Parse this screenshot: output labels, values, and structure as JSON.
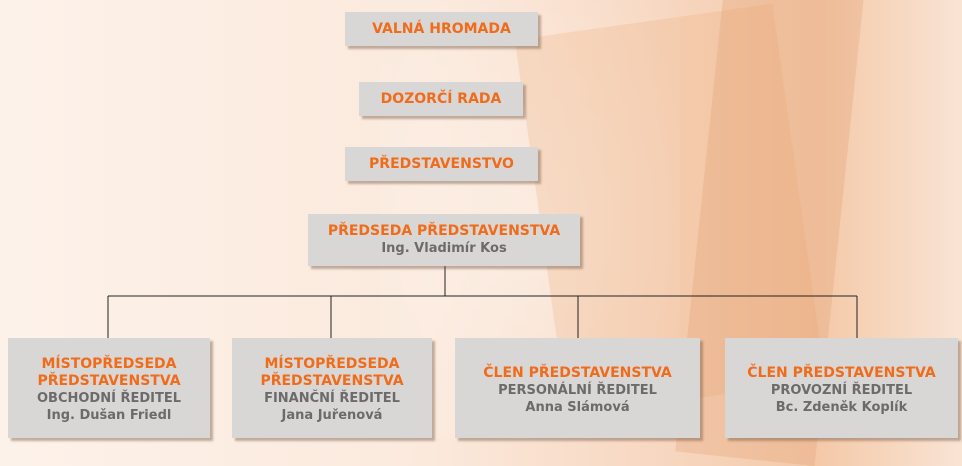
{
  "org": {
    "general_meeting": "VALNÁ HROMADA",
    "supervisory_board": "DOZORČÍ RADA",
    "board": "PŘEDSTAVENSTVO",
    "chairman": {
      "title": "PŘEDSEDA PŘEDSTAVENSTVA",
      "name": "Ing. Vladimír Kos"
    },
    "members": [
      {
        "title_line1": "MÍSTOPŘEDSEDA",
        "title_line2": "PŘEDSTAVENSTVA",
        "role": "OBCHODNÍ ŘEDITEL",
        "name": "Ing. Dušan Friedl"
      },
      {
        "title_line1": "MÍSTOPŘEDSEDA",
        "title_line2": "PŘEDSTAVENSTVA",
        "role": "FINANČNÍ ŘEDITEL",
        "name": "Jana Juřenová"
      },
      {
        "title_line1": "ČLEN PŘEDSTAVENSTVA",
        "title_line2": "",
        "role": "PERSONÁLNÍ ŘEDITEL",
        "name": "Anna Slámová"
      },
      {
        "title_line1": "ČLEN PŘEDSTAVENSTVA",
        "title_line2": "",
        "role": "PROVOZNÍ ŘEDITEL",
        "name": "Bc. Zdeněk Koplík"
      }
    ]
  },
  "colors": {
    "title": "#f06b1a",
    "subtitle": "#6b6b6b",
    "box": "#d9d7d6",
    "connector": "#222222"
  }
}
